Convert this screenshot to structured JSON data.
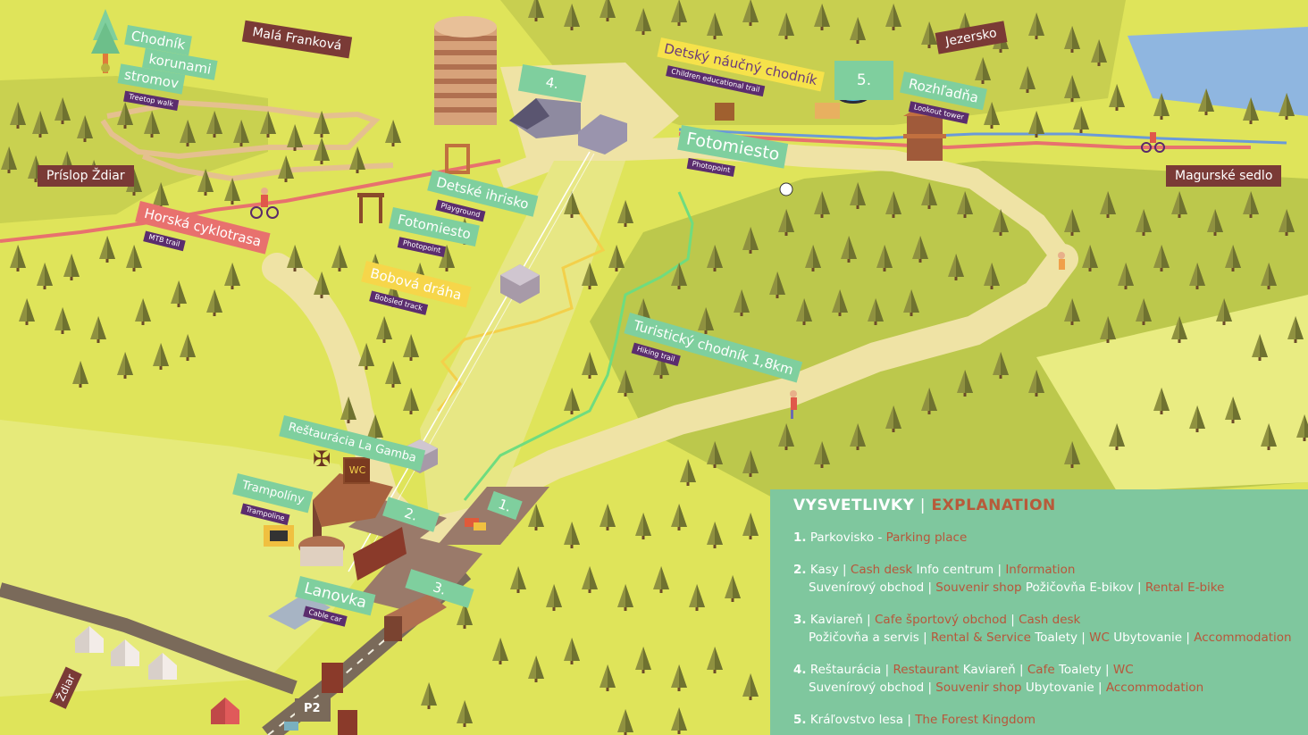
{
  "labels": {
    "chodnik_korunami": {
      "lines": [
        "Chodník",
        "korunami",
        "stromov"
      ],
      "sub": "Treetop walk"
    },
    "mala_frankova": "Malá Franková",
    "jezersko": "Jezersko",
    "prislop_zdiar": "Príslop Ždiar",
    "magurske_sedlo": "Magurské sedlo",
    "zdiar": "Ždiar",
    "detsky_naucny": {
      "main": "Detský náučný chodník",
      "sub": "Children educational trail"
    },
    "rozhladna": {
      "main": "Rozhľadňa",
      "sub": "Lookout tower"
    },
    "fotomiesto_top": {
      "main": "Fotomiesto",
      "sub": "Photopoint"
    },
    "detske_ihrisko": {
      "main": "Detské ihrisko",
      "sub": "Playground"
    },
    "fotomiesto_mid": {
      "main": "Fotomiesto",
      "sub": "Photopoint"
    },
    "horska_cyklotrasa": {
      "main": "Horská cyklotrasa",
      "sub": "MTB trail"
    },
    "bobova_draha": {
      "main": "Bobová dráha",
      "sub": "Bobsled track"
    },
    "turisticky": {
      "main": "Turistický chodník 1,8km",
      "sub": "Hiking trail"
    },
    "restauracia": "Reštaurácia La Gamba",
    "trampoliny": {
      "main": "Trampolíny",
      "sub": "Trampoline"
    },
    "lanovka": {
      "main": "Lanovka",
      "sub": "Cable car"
    },
    "wc": "WC",
    "p2": "P2",
    "num1": "1.",
    "num2": "2.",
    "num3": "3.",
    "num4": "4.",
    "num5": "5."
  },
  "legend": {
    "title_sk": "VYSVETLIVKY",
    "sep": "|",
    "title_en": "EXPLANATION",
    "item1": {
      "n": "1.",
      "sk": "Parkovisko -",
      "en": "Parking place"
    },
    "item2": {
      "n": "2.",
      "l1": [
        {
          "sk": "Kasy"
        },
        {
          "en": "Cash desk"
        },
        {
          "sk": "Info centrum"
        },
        {
          "en": "Information"
        }
      ],
      "l2": [
        {
          "sk": "Suvenírový obchod"
        },
        {
          "en": "Souvenir shop"
        },
        {
          "sk": "Požičovňa E-bikov"
        },
        {
          "en": "Rental E-bike"
        }
      ]
    },
    "item3": {
      "n": "3.",
      "l1": [
        {
          "sk": "Kaviareň"
        },
        {
          "en": "Cafe športový obchod"
        },
        {
          "en": "Cash desk"
        }
      ],
      "l2": [
        {
          "sk": "Požičovňa a servis"
        },
        {
          "en": "Rental & Service"
        },
        {
          "sk": "Toalety"
        },
        {
          "en": "WC"
        },
        {
          "sk": "Ubytovanie"
        },
        {
          "en": "Accommodation"
        }
      ]
    },
    "item4": {
      "n": "4.",
      "l1": [
        {
          "sk": "Reštaurácia"
        },
        {
          "en": "Restaurant"
        },
        {
          "sk": "Kaviareň"
        },
        {
          "en": "Cafe"
        },
        {
          "sk": "Toalety"
        },
        {
          "en": "WC"
        }
      ],
      "l2": [
        {
          "sk": "Suvenírový obchod"
        },
        {
          "en": "Souvenir shop"
        },
        {
          "sk": "Ubytovanie"
        },
        {
          "en": "Accommodation"
        }
      ]
    },
    "item5": {
      "n": "5.",
      "sk": "Kráľovstvo lesa",
      "en": "The Forest Kingdom"
    }
  },
  "colors": {
    "grass": "#dfe45a",
    "forest_floor": "#b7c24a",
    "tree": "#8d8f3c",
    "path": "#eedfa0",
    "green_label": "#7fcf9e",
    "red_label": "#e8716e",
    "yellow_label": "#f6d64a",
    "sub_label": "#5b2d6e",
    "dir_sign": "#7a3a36",
    "legend_bg": "#7fc79e",
    "legend_en": "#b8563a"
  },
  "icons": [
    "tree-icon",
    "cable-car-icon",
    "lookout-tower-icon",
    "cyclist-icon",
    "hiker-icon",
    "football-icon",
    "house-icon",
    "fork-knife-icon"
  ]
}
